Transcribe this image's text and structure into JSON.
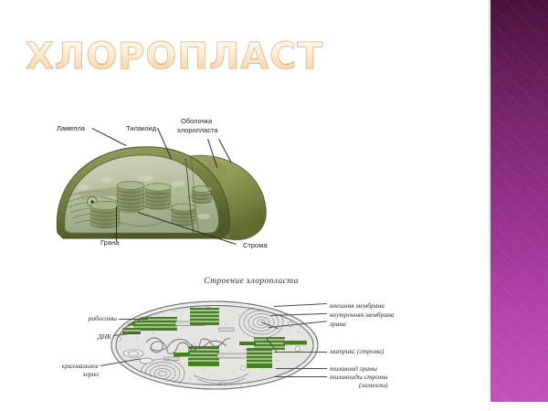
{
  "slide": {
    "title": "ХЛОРОПЛАСТ",
    "accent_orange": "#eda85c",
    "band_top_color": "#4b1040",
    "band_bottom_color": "#c452bd",
    "background": "#ffffff"
  },
  "figure_top": {
    "caption": "",
    "labels": {
      "lamella": "Ламелла",
      "thylakoid": "Тилакоид",
      "envelope_line1": "Оболочка",
      "envelope_line2": "хлоропласта",
      "granum": "Грана",
      "stroma": "Строма"
    }
  },
  "figure_bottom": {
    "title": "Строение хлоропласта",
    "labels_left": {
      "ribosomes": "рибосомы",
      "dna": "ДНК",
      "starch_line1": "крахмальное",
      "starch_line2": "зерно"
    },
    "labels_right": {
      "outer_membrane": "внешняя мембрана",
      "inner_membrane": "внутренняя мембрана",
      "granum": "грана",
      "matrix": "матрикс (строма)",
      "granum_thylakoid": "тилакоид граны",
      "stroma_thylakoids_line1": "тилакоиды стромы",
      "stroma_thylakoids_line2": "(ламеллы)"
    },
    "colors": {
      "granum_green": "#46811f",
      "body_gray": "#e6e6e4",
      "outline": "#6f6f6f"
    }
  }
}
